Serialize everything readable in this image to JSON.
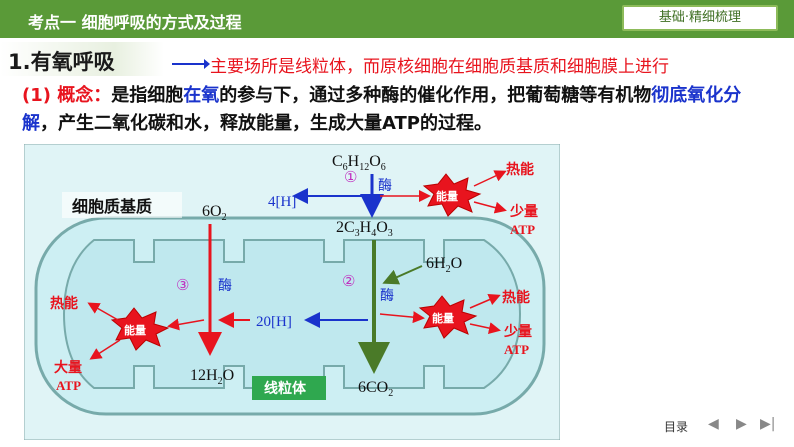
{
  "header": {
    "title": "考点一  细胞呼吸的方式及过程",
    "badge": "基础·精细梳理"
  },
  "section": {
    "title": "1.有氧呼吸",
    "note": "主要场所是线粒体，而原核细胞在细胞质基质和细胞膜上进行"
  },
  "concept": {
    "prefix": "(1) 概念：",
    "p1": "是指细胞",
    "em1": "在氧",
    "p2": "的参与下，通过多种酶的催化作用，把葡萄糖等有机物",
    "em2": "彻底氧化分解",
    "p3": "，产生二氧化碳和水，释放能量，生成大量ATP的过程。"
  },
  "diagram": {
    "cytoplasm_label": "细胞质基质",
    "mito_label": "线粒体",
    "glucose": "C6H12O6",
    "pyruvate": "2C3H4O3",
    "oxygen": "6O2",
    "h4": "4[H]",
    "h20": "20[H]",
    "water_in": "6H2O",
    "water_out": "12H2O",
    "co2": "6CO2",
    "enzyme": "酶",
    "stage1": "①",
    "stage2": "②",
    "stage3": "③",
    "energy": "能量",
    "heat": "热能",
    "atp_little": "少量",
    "atp_large": "大量",
    "atp": "ATP"
  },
  "nav": {
    "toc": "目录",
    "prev": "◀",
    "next": "▶",
    "last": "▶|"
  },
  "colors": {
    "header_green": "#5a9a38",
    "red": "#e8141e",
    "blue": "#1a33cc",
    "mito_fill": "#cdeff3",
    "cyto_fill": "#e0f4f6"
  }
}
